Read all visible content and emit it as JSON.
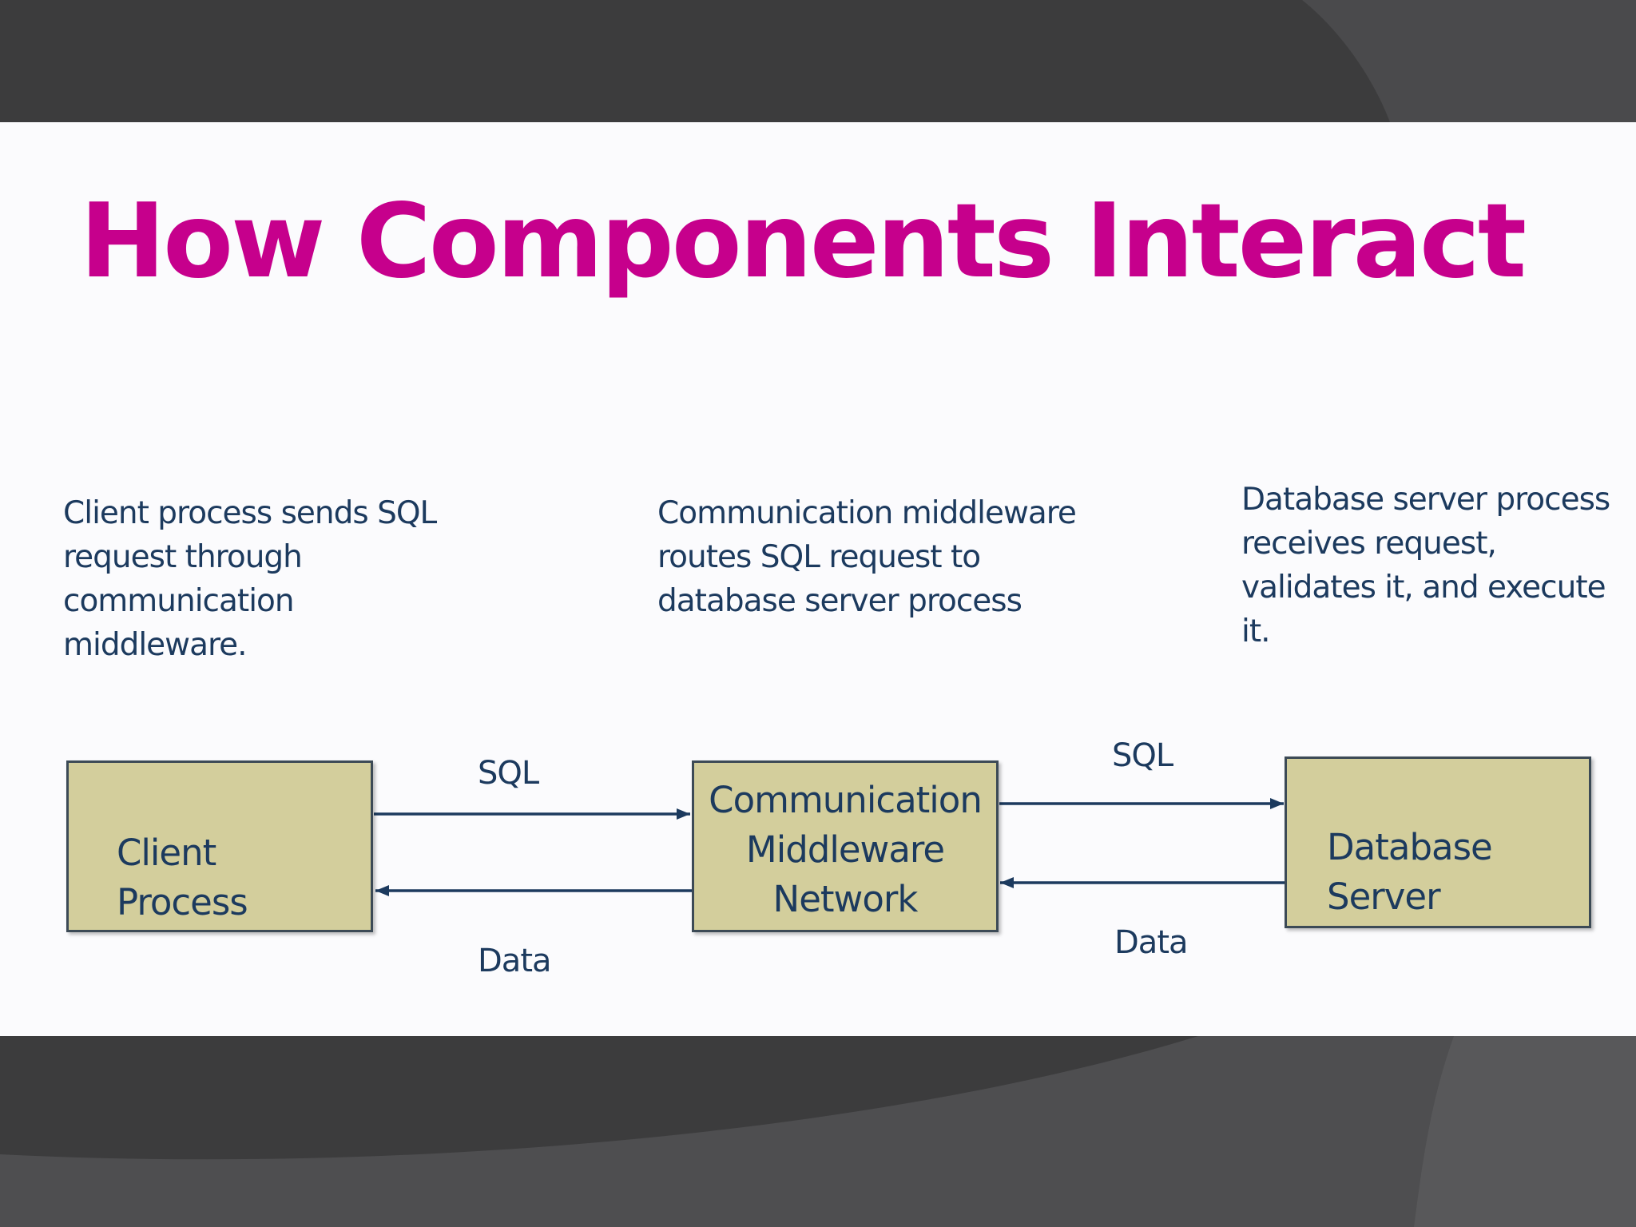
{
  "slide": {
    "title": "How Components Interact",
    "colors": {
      "title": "#c6008c",
      "text": "#1c3a5e",
      "box_fill": "#d3ce9c",
      "frame_dark": "#3c3c3d"
    }
  },
  "descriptions": {
    "client": "Client process sends SQL request through communication middleware.",
    "middleware": "Communication middleware routes SQL request to database server process",
    "server": "Database server process receives request, validates it, and execute it."
  },
  "nodes": {
    "client": "Client\nProcess",
    "middleware": "Communication\nMiddleware\nNetwork",
    "server": "Database\nServer"
  },
  "flows": {
    "client_to_middleware": "SQL",
    "middleware_to_client": "Data",
    "middleware_to_server": "SQL",
    "server_to_middleware": "Data"
  }
}
